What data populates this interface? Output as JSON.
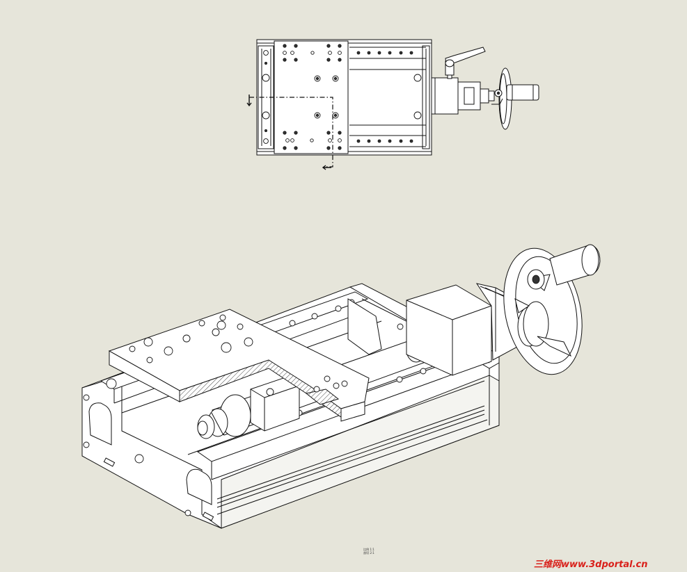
{
  "drawing": {
    "views": [
      {
        "id": "top-view",
        "type": "orthographic"
      },
      {
        "id": "iso-view",
        "type": "isometric-section"
      }
    ],
    "scale_note": [
      "比例 1:1",
      "剖切 2:1"
    ]
  },
  "watermark": {
    "text": "三维网www.3dportal.cn",
    "color": "#d9201a"
  },
  "colors": {
    "background": "#e6e5da",
    "line": "#111111",
    "fill": "#ffffff"
  }
}
